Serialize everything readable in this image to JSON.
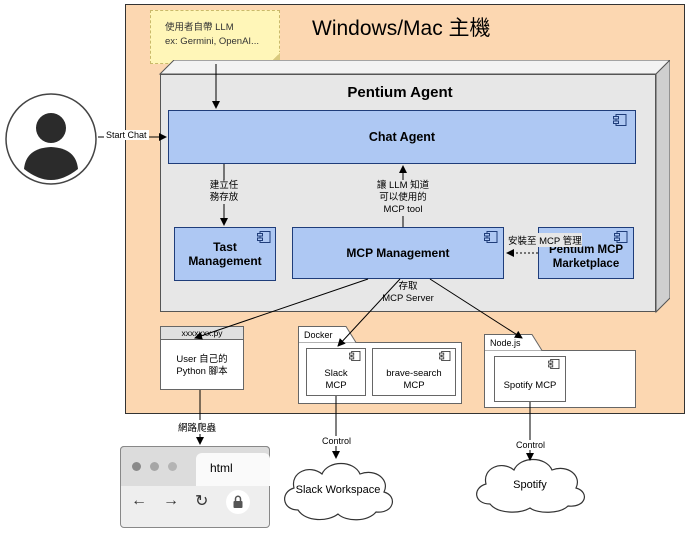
{
  "host": {
    "title": "Windows/Mac 主機"
  },
  "note": {
    "line1": "使用者自帶 LLM",
    "line2": "ex: Germini, OpenAI..."
  },
  "user": {
    "edge_label": "Start Chat"
  },
  "agent": {
    "title": "Pentium Agent"
  },
  "chat_agent": {
    "label": "Chat Agent"
  },
  "task_mgmt": {
    "line1": "Tast",
    "line2": "Management"
  },
  "mcp_mgmt": {
    "label": "MCP Management"
  },
  "marketplace": {
    "line1": "Pentium MCP",
    "line2": "Marketplace"
  },
  "edges": {
    "create_task_1": "建立任",
    "create_task_2": "務存放",
    "llm_tool_1": "讓 LLM 知道",
    "llm_tool_2": "可以使用的",
    "llm_tool_3": "MCP tool",
    "install_to": "安裝至 MCP 管理",
    "access_1": "存取",
    "access_2": "MCP Server",
    "crawler": "網路爬蟲",
    "control_slack": "Control",
    "control_spotify": "Control"
  },
  "python": {
    "filename": "xxxxxxx.py",
    "line1": "User 自己的",
    "line2": "Python 腳本"
  },
  "docker": {
    "title": "Docker",
    "slack_line1": "Slack",
    "slack_line2": "MCP",
    "brave_line1": "brave-search",
    "brave_line2": "MCP"
  },
  "node": {
    "title": "Node.js",
    "spotify": "Spotify MCP"
  },
  "clouds": {
    "slack": "Slack Workspace",
    "spotify": "Spotify"
  },
  "browser": {
    "tab": "html"
  }
}
